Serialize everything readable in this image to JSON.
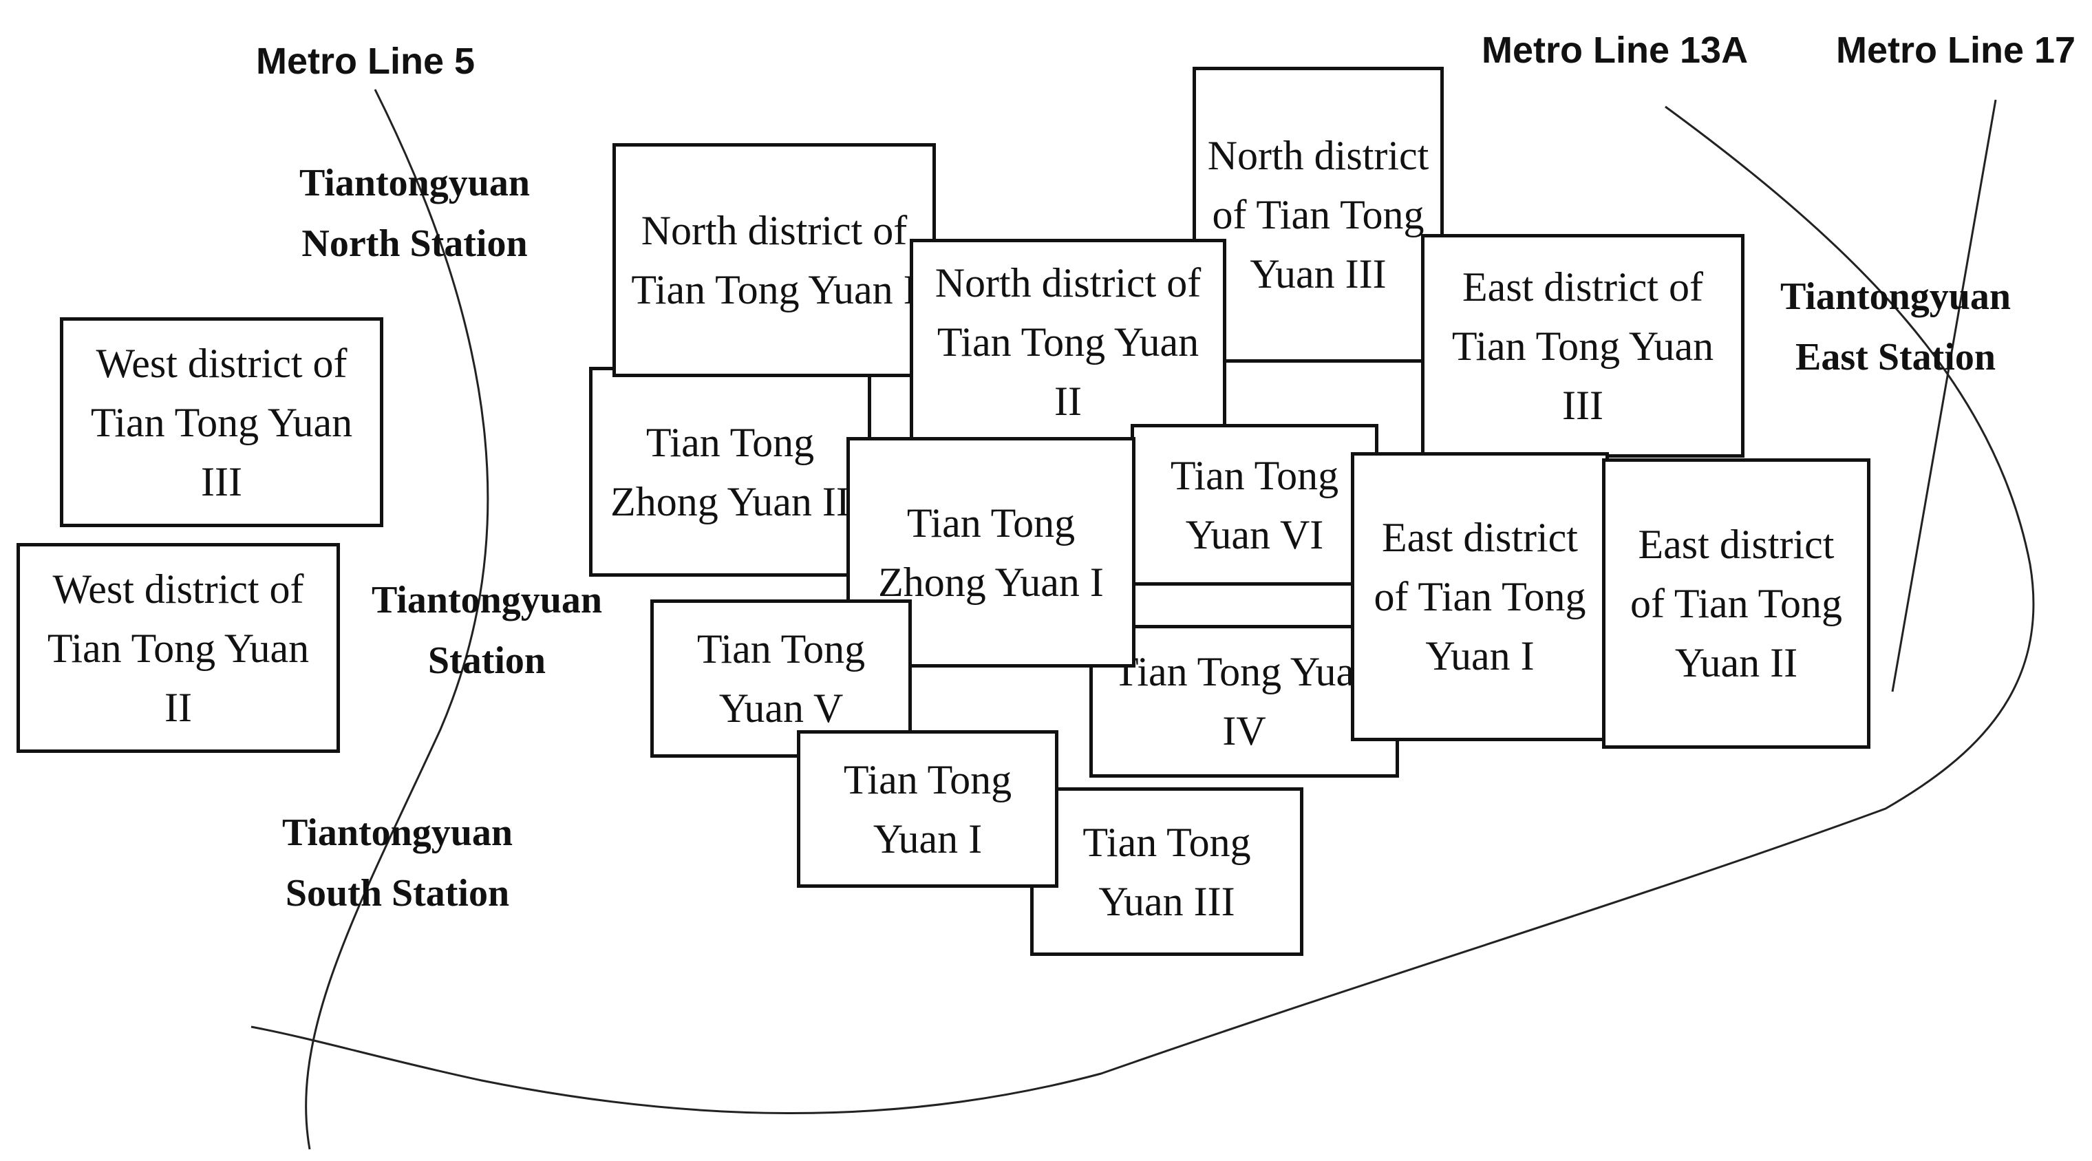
{
  "metro_lines": [
    {
      "id": "line5",
      "label": "Metro Line 5"
    },
    {
      "id": "line13a",
      "label": "Metro Line 13A"
    },
    {
      "id": "line17",
      "label": "Metro Line 17"
    }
  ],
  "stations": [
    {
      "id": "north",
      "line1": "Tiantongyuan",
      "line2": "North Station"
    },
    {
      "id": "central",
      "line1": "Tiantongyuan",
      "line2": "Station"
    },
    {
      "id": "south",
      "line1": "Tiantongyuan",
      "line2": "South Station"
    },
    {
      "id": "east",
      "line1": "Tiantongyuan",
      "line2": "East Station"
    }
  ],
  "districts": [
    {
      "id": "west-iii",
      "label": "West district of Tian Tong Yuan III"
    },
    {
      "id": "west-ii",
      "label": "West district of Tian Tong Yuan II"
    },
    {
      "id": "north-i",
      "label": "North district of Tian Tong Yuan I"
    },
    {
      "id": "zhong-ii",
      "label": "Tian Tong Zhong Yuan II"
    },
    {
      "id": "north-ii",
      "label": "North district of Tian Tong Yuan II"
    },
    {
      "id": "north-iii",
      "label": "North district of Tian Tong Yuan III"
    },
    {
      "id": "east-iii",
      "label": "East district of Tian Tong Yuan III"
    },
    {
      "id": "yuan-vi",
      "label": "Tian Tong Yuan VI"
    },
    {
      "id": "zhong-i",
      "label": "Tian Tong Zhong Yuan I"
    },
    {
      "id": "yuan-v",
      "label": "Tian Tong Yuan V"
    },
    {
      "id": "yuan-iv",
      "label": "Tian Tong Yuan IV"
    },
    {
      "id": "yuan-i",
      "label": "Tian Tong Yuan I"
    },
    {
      "id": "yuan-iii",
      "label": "Tian Tong Yuan III"
    },
    {
      "id": "east-i",
      "label": "East district of Tian Tong Yuan I"
    },
    {
      "id": "east-ii",
      "label": "East district of Tian Tong Yuan II"
    }
  ]
}
